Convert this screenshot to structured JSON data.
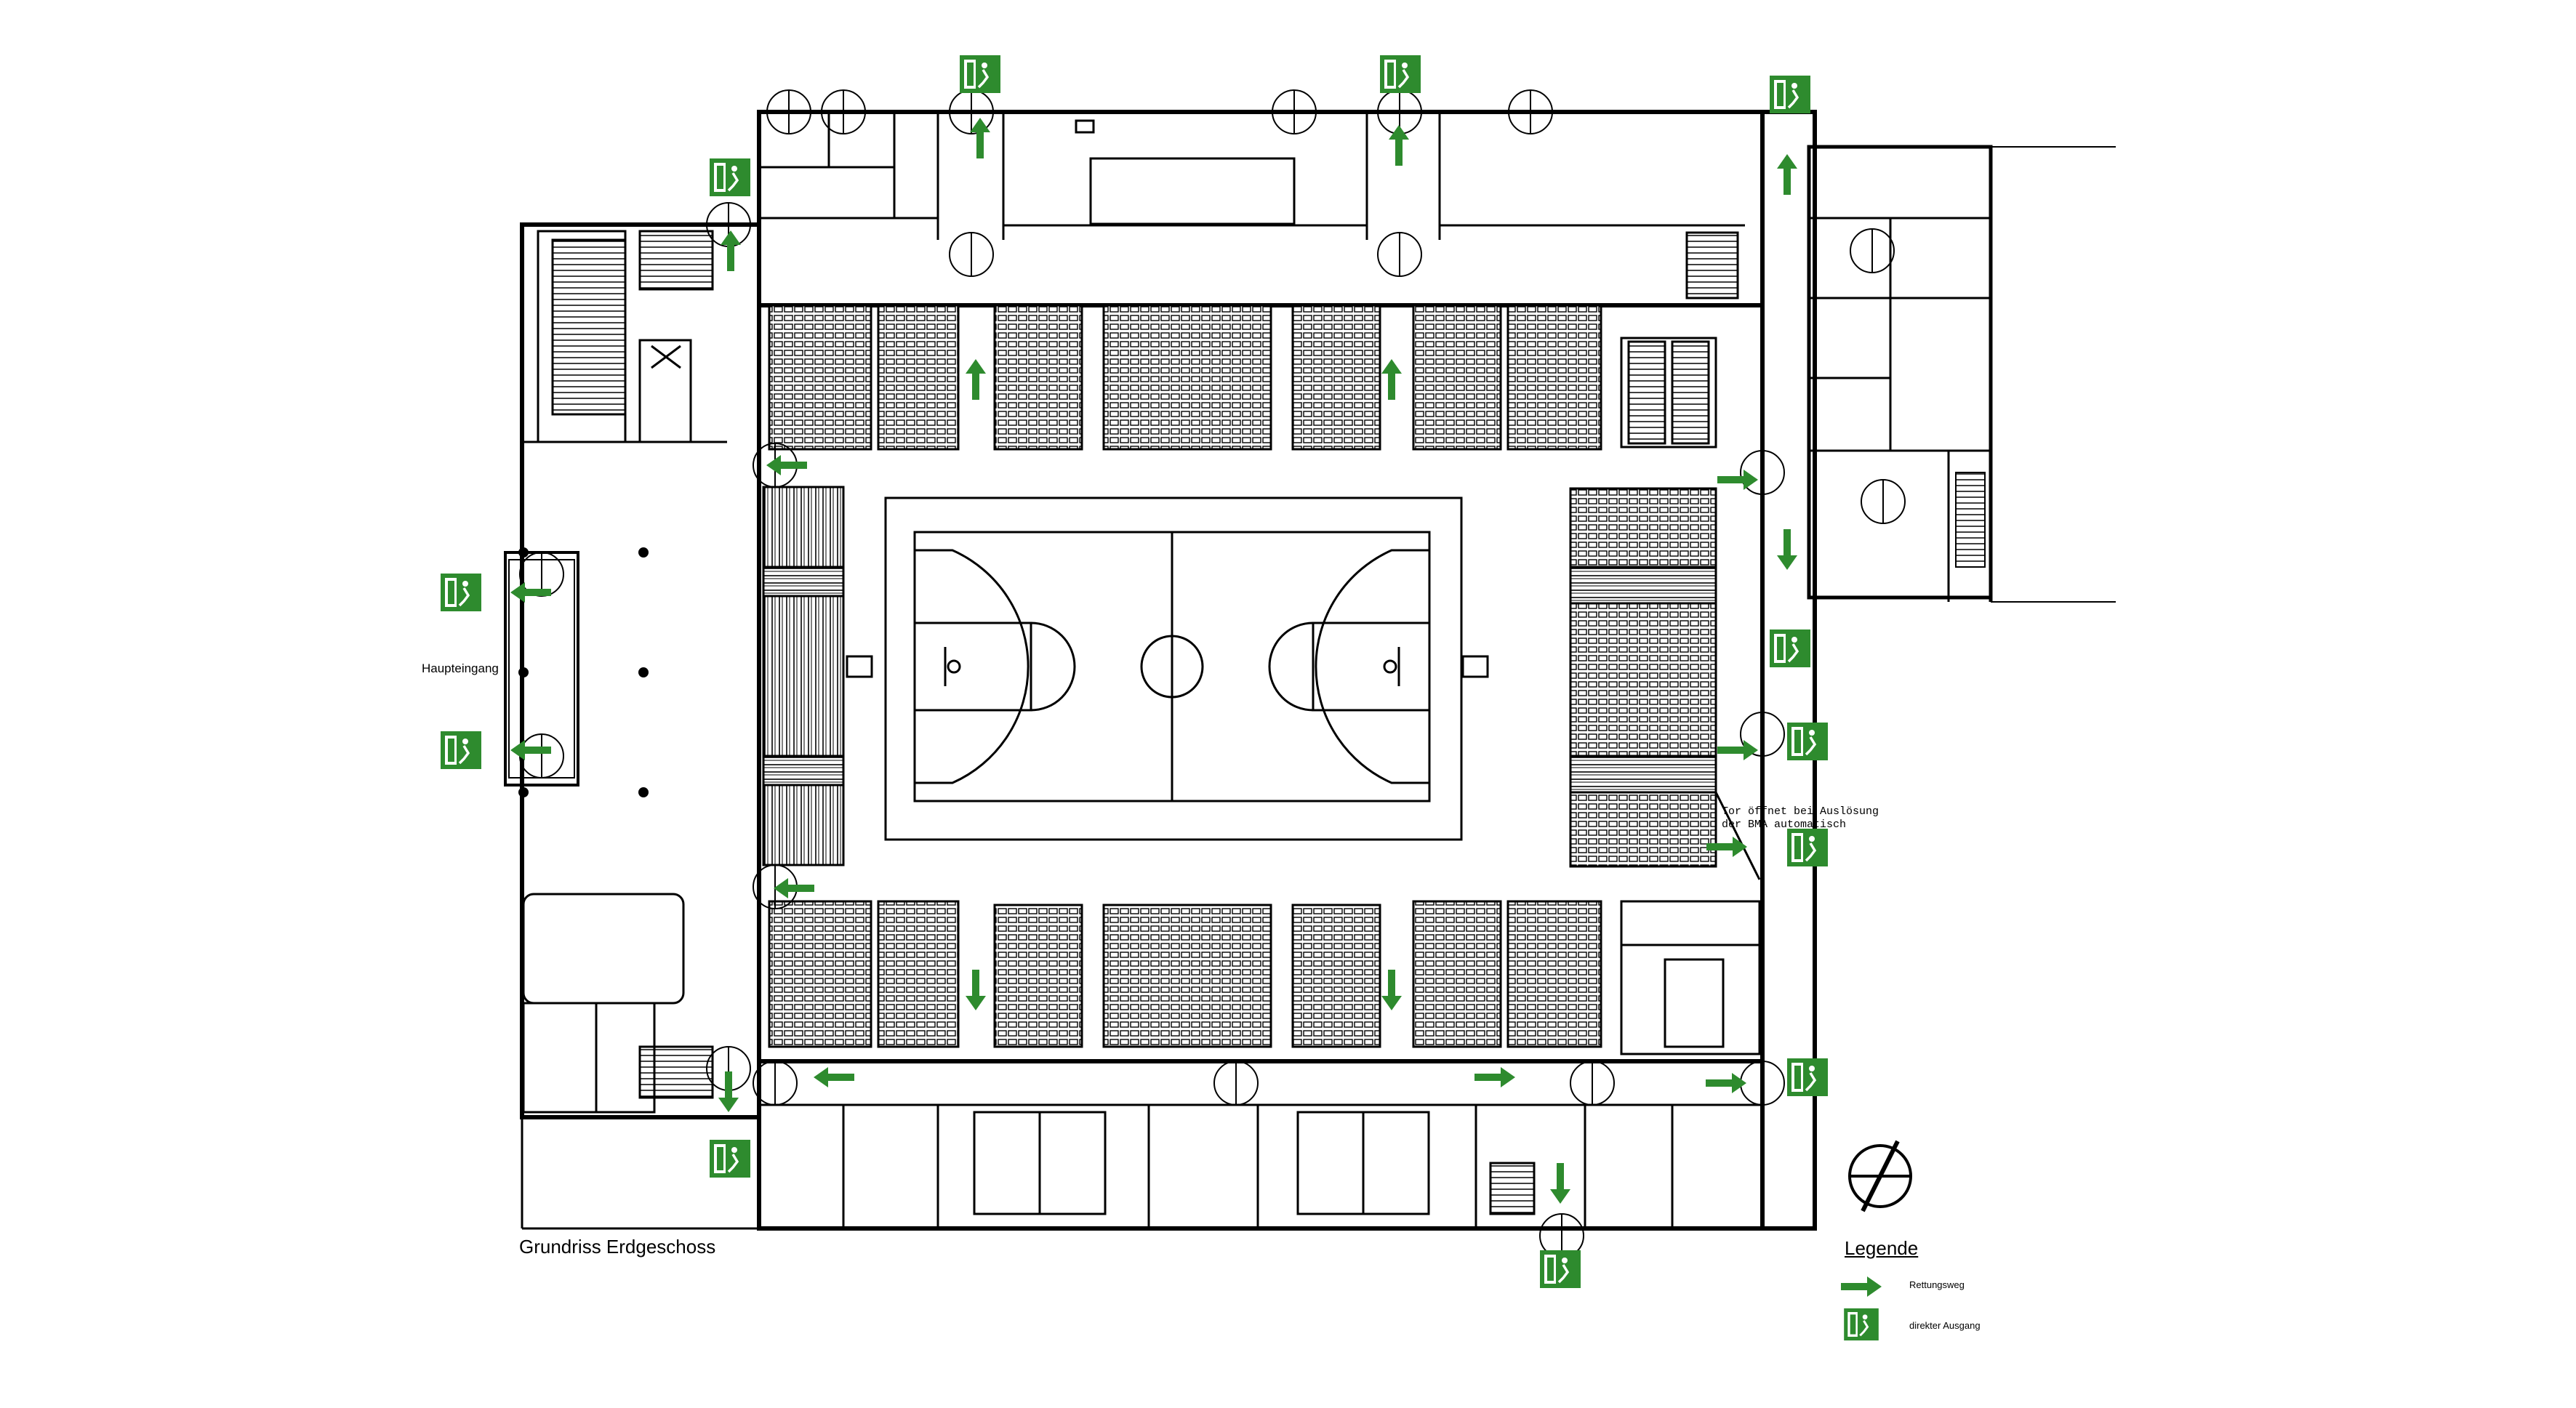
{
  "drawing": {
    "title": "Grundriss Erdgeschoss",
    "main_entrance_label": "Haupteingang",
    "gate_note_line1": "Tor öffnet bei Auslösung",
    "gate_note_line2": "der BMA automatisch"
  },
  "legend": {
    "title": "Legende",
    "route_label": "Rettungsweg",
    "exit_label": "direkter Ausgang"
  },
  "colors": {
    "walls": "#000000",
    "escape_green": "#2e8b2e",
    "background": "#ffffff"
  },
  "icons": {
    "escape_arrow": "green-arrow-icon",
    "exit_sign": "emergency-exit-sign-icon",
    "compass": "north-compass-icon"
  }
}
